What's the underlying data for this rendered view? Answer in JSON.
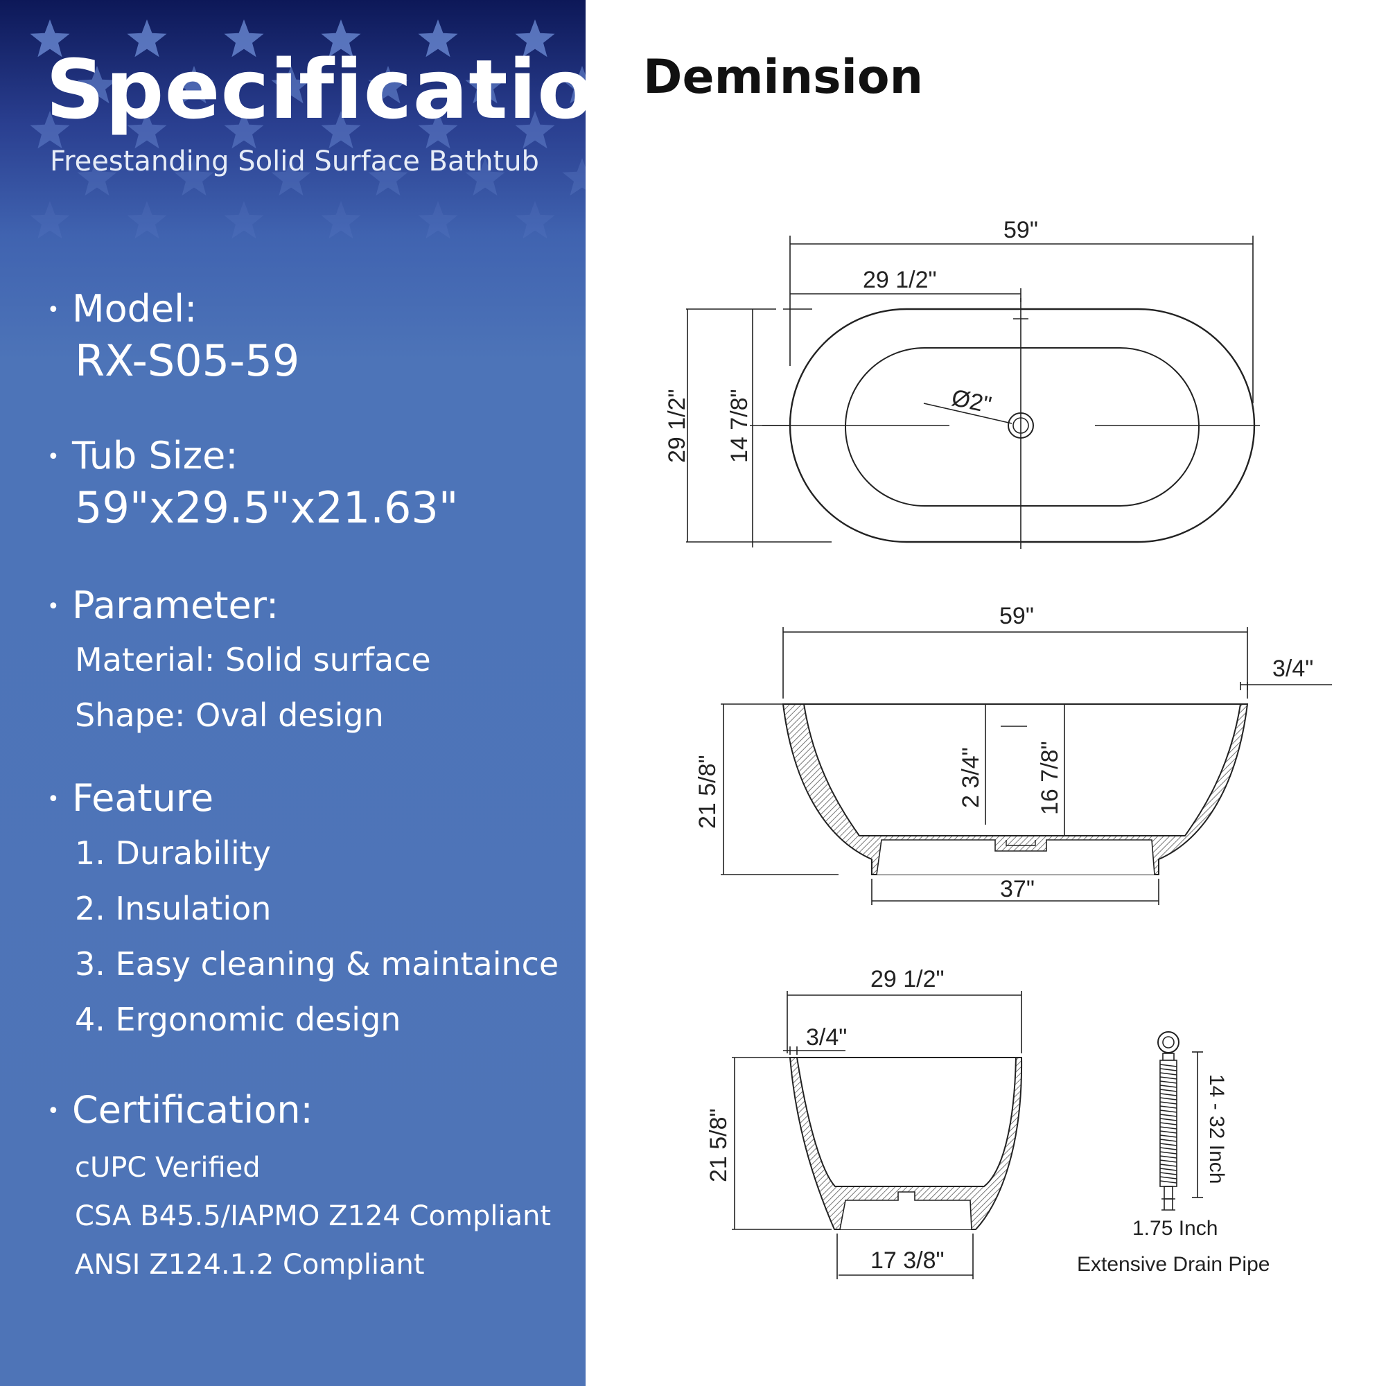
{
  "spec": {
    "title": "Specification",
    "subtitle": "Freestanding Solid Surface Bathtub",
    "bullet": "•",
    "model_label": "Model:",
    "model_value": "RX-S05-59",
    "tub_size_label": "Tub Size:",
    "tub_size_value": "59\"x29.5\"x21.63\"",
    "parameter_label": "Parameter:",
    "parameters": [
      "Material: Solid surface",
      "Shape: Oval design"
    ],
    "feature_label": "Feature",
    "features": [
      "1. Durability",
      "2. Insulation",
      "3. Easy cleaning & maintaince",
      "4. Ergonomic design"
    ],
    "certification_label": "Certification:",
    "certifications": [
      "cUPC Verified",
      "CSA B45.5/IAPMO Z124 Compliant",
      "ANSI Z124.1.2 Compliant"
    ]
  },
  "dimension": {
    "title": "Deminsion",
    "top_view": {
      "length": "59\"",
      "half_length": "29 1/2\"",
      "width": "29 1/2\"",
      "inner_half": "14 7/8\"",
      "drain": "Ø2\""
    },
    "side_view": {
      "length": "59\"",
      "rim": "3/4\"",
      "height": "21 5/8\"",
      "overflow": "2 3/4\"",
      "inner_depth": "16 7/8\"",
      "base": "37\""
    },
    "end_view": {
      "width": "29 1/2\"",
      "rim": "3/4\"",
      "height": "21 5/8\"",
      "base": "17 3/8\""
    },
    "drain_pipe": {
      "length_range": "14 - 32 Inch",
      "diameter": "1.75 Inch",
      "label": "Extensive Drain Pipe"
    }
  },
  "colors": {
    "panel": "#4e74b7",
    "panel_top": "#0d1858",
    "text_light": "#ffffff",
    "line": "#222222"
  }
}
